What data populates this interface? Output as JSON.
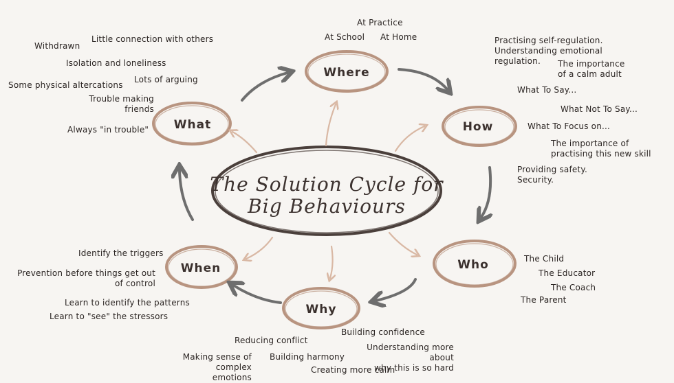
{
  "title": {
    "line1": "The Solution Cycle for",
    "line2": "Big Behaviours"
  },
  "nodes": {
    "where": "Where",
    "how": "How",
    "who": "Who",
    "why": "Why",
    "when": "When",
    "what": "What"
  },
  "where_notes": [
    "At Practice",
    "At School",
    "At Home"
  ],
  "what_notes": [
    "Little connection with others",
    "Withdrawn",
    "Isolation and loneliness",
    "Lots of arguing",
    "Some physical altercations",
    "Trouble making\nfriends",
    "Always \"in trouble\""
  ],
  "how_notes": [
    "Practising self-regulation.\nUnderstanding emotional\nregulation.",
    "The importance\nof a calm adult",
    "What To Say...",
    "What Not To Say...",
    "What To Focus on...",
    "The importance of\npractising this new skill",
    "Providing safety.\nSecurity."
  ],
  "who_notes": [
    "The Child",
    "The Educator",
    "The Coach",
    "The Parent"
  ],
  "why_notes": [
    "Building confidence",
    "Reducing conflict",
    "Understanding more about\nwhy this is so hard",
    "Making sense of\ncomplex emotions",
    "Building harmony",
    "Creating more calm"
  ],
  "when_notes": [
    "Identify the triggers",
    "Prevention before things get out\nof control",
    "Learn to identify the patterns",
    "Learn to \"see\"  the stressors"
  ],
  "colors": {
    "background": "#f7f5f2",
    "node_ring": "#b89480",
    "center_ring": "#4a3f3b",
    "cycle_arrow": "#6e6e6e",
    "spoke_arrow": "#d9b8a4",
    "text": "#2b2523"
  }
}
